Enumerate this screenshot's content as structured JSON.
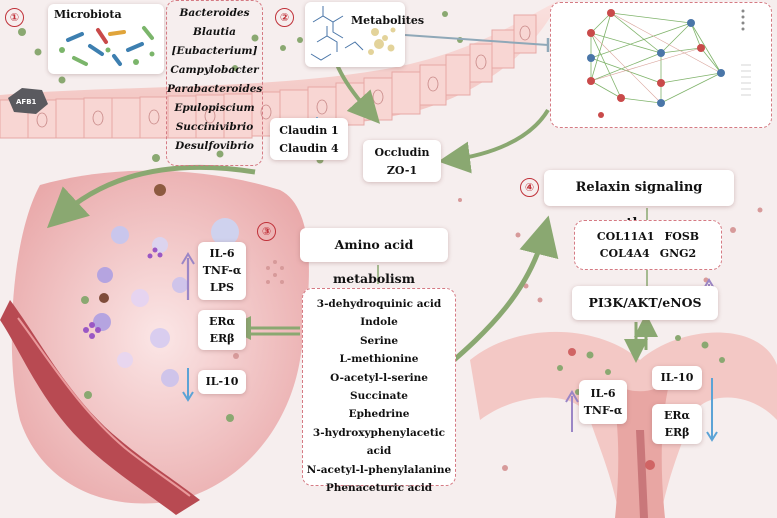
{
  "section1": {
    "number": "①",
    "title": "Microbiota",
    "taxa": [
      "Bacteroides",
      "Blautia",
      "[Eubacterium]",
      "Campylobacter",
      "Parabacteroides",
      "Epulopiscium",
      "Succinivibrio",
      "Desulfovibrio"
    ],
    "toxin_label": "AFB1"
  },
  "section2": {
    "number": "②",
    "title": "Metabolites"
  },
  "tight_junctions": {
    "left": [
      "Claudin 1",
      "Claudin 4"
    ],
    "right": [
      "Occludin",
      "ZO-1"
    ]
  },
  "section3": {
    "number": "③",
    "pathway": "Amino acid metabolism",
    "metabolites": [
      "3-dehydroquinic acid",
      "Indole",
      "Serine",
      "L-methionine",
      "O-acetyl-l-serine",
      "Succinate",
      "Ephedrine",
      "3-hydroxyphenylacetic acid",
      "N-acetyl-l-phenylalanine",
      "Phenaceturic acid"
    ]
  },
  "ovary_markers": {
    "up": [
      "IL-6",
      "TNF-α",
      "LPS"
    ],
    "receptors": [
      "ERα",
      "ERβ"
    ],
    "down": [
      "IL-10"
    ]
  },
  "section4": {
    "number": "④",
    "pathway": "Relaxin signaling pathway",
    "genes_row1": [
      "COL11A1",
      "FOSB"
    ],
    "genes_row2": [
      "COL4A4",
      "GNG2"
    ],
    "signaling": "PI3K/AKT/eNOS"
  },
  "uterus_markers": {
    "up": [
      "IL-6",
      "TNF-α"
    ],
    "down_top": [
      "IL-10"
    ],
    "down_receptors": [
      "ERα",
      "ERβ"
    ]
  },
  "colors": {
    "up_arrow": "#9b86c6",
    "down_arrow": "#5ba3d6",
    "green_arrow": "#8aa871",
    "number_red": "#c0323a",
    "dash_pink": "#d57a83"
  }
}
